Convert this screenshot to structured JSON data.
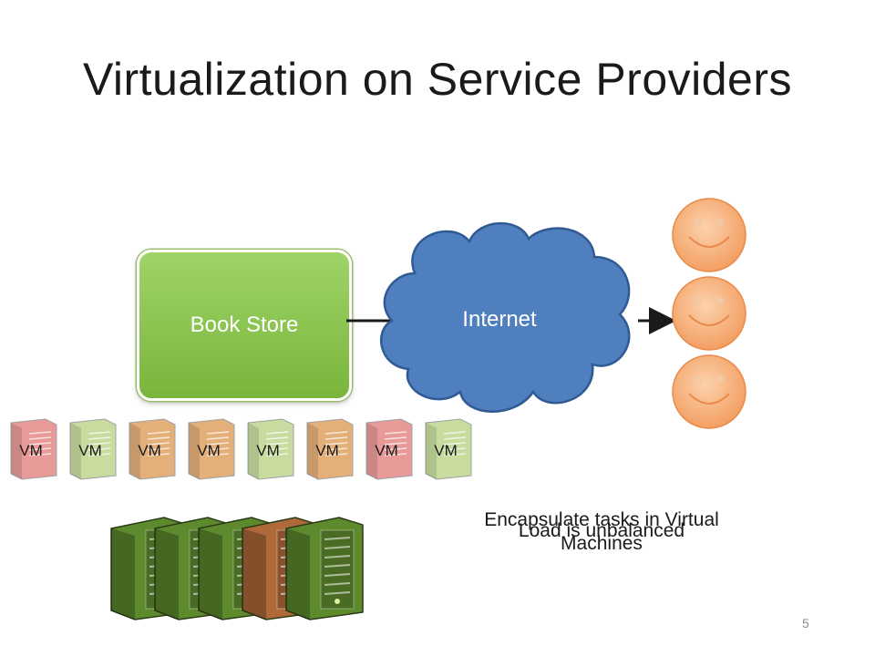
{
  "title": "Virtualization on Service Providers",
  "book_store_label": "Book Store",
  "internet_label": "Internet",
  "vm_label": "VM",
  "vm_colors": [
    "#e79a98",
    "#c8dca0",
    "#e4b07a",
    "#e4b07a",
    "#c8dca0",
    "#e4b07a",
    "#e79a98",
    "#c8dca0"
  ],
  "server_colors": [
    "#5e8a2e",
    "#5e8a2e",
    "#5e8a2e",
    "#b06a3a",
    "#5e8a2e"
  ],
  "user_count": 3,
  "caption_virtual": "Encapsulate tasks in Virtual Machines",
  "caption_load": "Load is unbalanced",
  "slide_number": "5",
  "colors": {
    "book_store": "#8bc34a",
    "internet_cloud": "#4f7fbf",
    "user_face": "#f7b27a"
  }
}
